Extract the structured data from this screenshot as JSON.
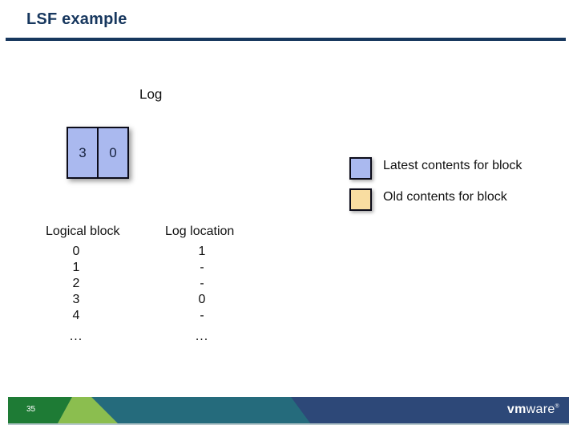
{
  "title": "LSF example",
  "diagram": {
    "log_label": "Log",
    "log_cells": [
      "3",
      "0"
    ]
  },
  "legend": {
    "items": [
      {
        "label": "Latest contents for block",
        "color": "#aab9ef"
      },
      {
        "label": "Old contents for block",
        "color": "#f9dda1"
      }
    ]
  },
  "table": {
    "columns": [
      "Logical block",
      "Log location"
    ],
    "rows": [
      {
        "logical": "0",
        "log_location": "1"
      },
      {
        "logical": "1",
        "log_location": "-"
      },
      {
        "logical": "2",
        "log_location": "-"
      },
      {
        "logical": "3",
        "log_location": "0"
      },
      {
        "logical": "4",
        "log_location": "-"
      },
      {
        "logical": "...",
        "log_location": "..."
      }
    ]
  },
  "footer": {
    "page_number": "35",
    "logo": {
      "prefix": "vm",
      "suffix": "ware",
      "registered": "®"
    },
    "colors": {
      "dark_green": "#1e7b35",
      "light_green": "#8bbe4f",
      "teal": "#256b7c",
      "navy": "#2d4878"
    }
  },
  "colors": {
    "accent_navy": "#17375e",
    "block_latest_blue": "#aab9ef",
    "block_old_tan": "#f9dda1"
  }
}
